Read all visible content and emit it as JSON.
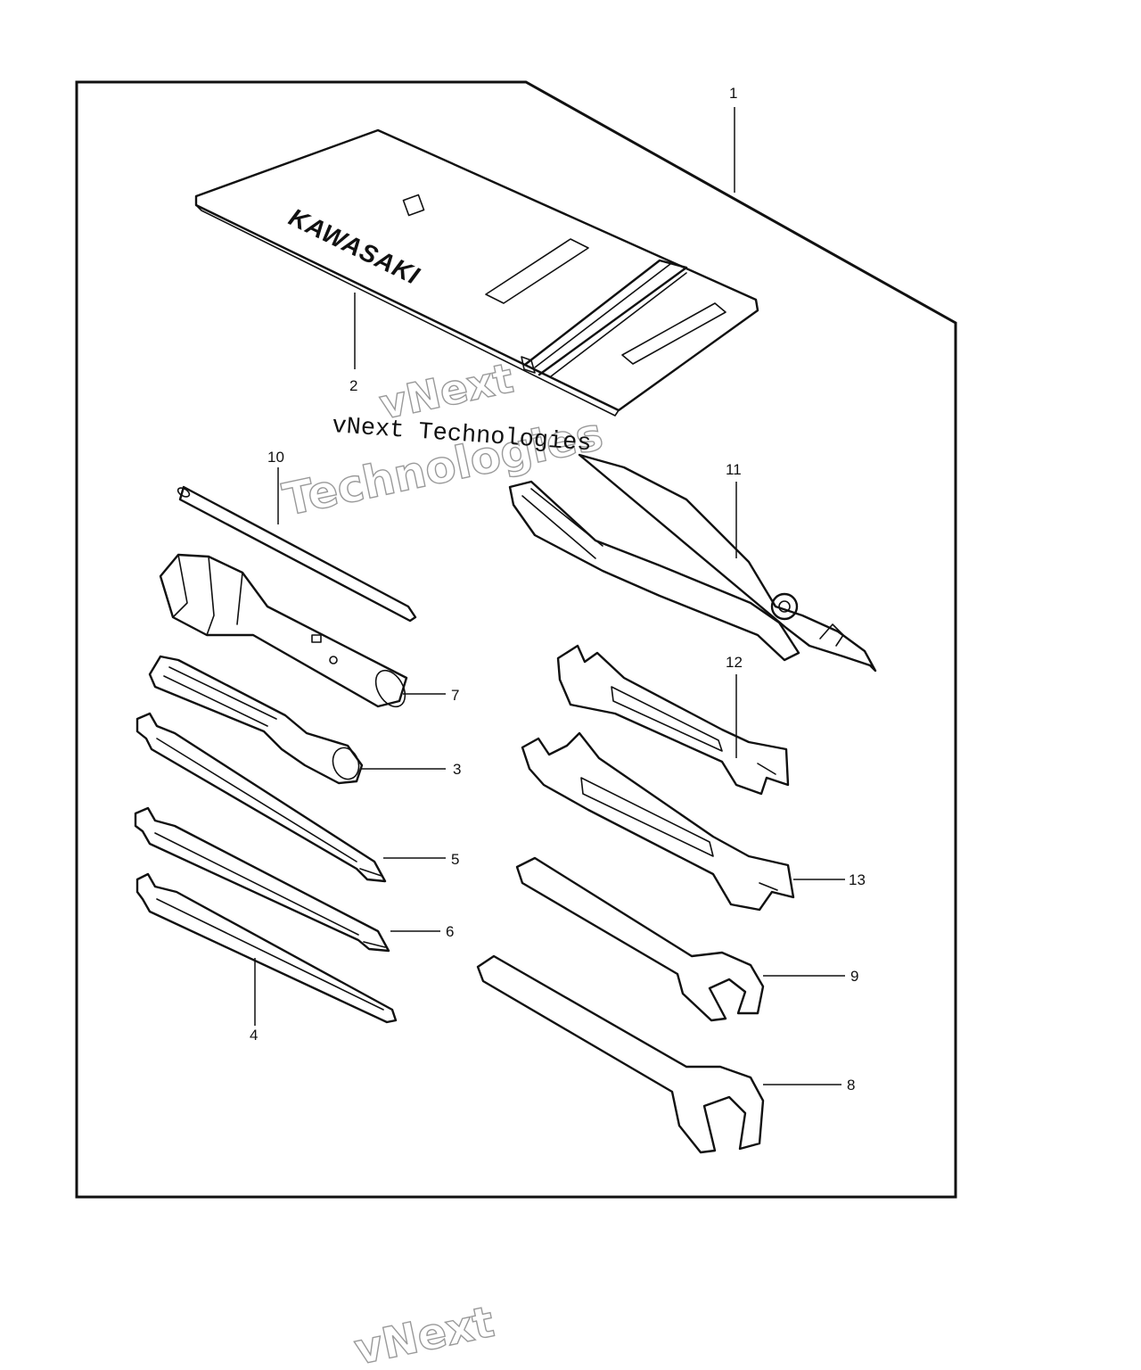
{
  "diagram": {
    "pouch_logo": "KAWASAKI",
    "watermark": {
      "caption": "vNext Technologies",
      "outline_line1": "vNext",
      "outline_line2": "Technologies",
      "footer_fragment": "vNext"
    },
    "callouts": [
      {
        "id": "c1",
        "label": "1"
      },
      {
        "id": "c2",
        "label": "2"
      },
      {
        "id": "c3",
        "label": "3"
      },
      {
        "id": "c4",
        "label": "4"
      },
      {
        "id": "c5",
        "label": "5"
      },
      {
        "id": "c6",
        "label": "6"
      },
      {
        "id": "c7",
        "label": "7"
      },
      {
        "id": "c8",
        "label": "8"
      },
      {
        "id": "c9",
        "label": "9"
      },
      {
        "id": "c10",
        "label": "10"
      },
      {
        "id": "c11",
        "label": "11"
      },
      {
        "id": "c12",
        "label": "12"
      },
      {
        "id": "c13",
        "label": "13"
      }
    ]
  }
}
